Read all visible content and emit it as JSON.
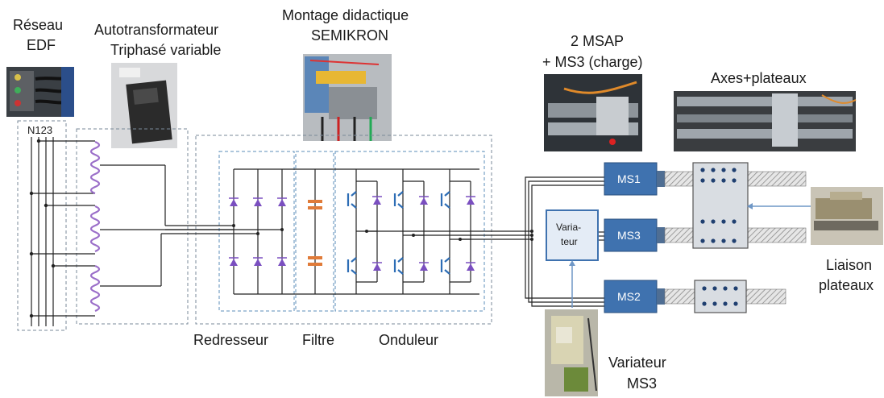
{
  "labels": {
    "reseau_line1": "Réseau",
    "reseau_line2": "EDF",
    "autotransfo_line1": "Autotransformateur",
    "autotransfo_line2": "Triphasé variable",
    "montage_line1": "Montage didactique",
    "montage_line2": "SEMIKRON",
    "msap_line1": "2 MSAP",
    "msap_line2": "+ MS3 (charge)",
    "axes": "Axes+plateaux",
    "phases": "N123",
    "redresseur": "Redresseur",
    "filtre": "Filtre",
    "onduleur": "Onduleur",
    "liaison_line1": "Liaison",
    "liaison_line2": "plateaux",
    "variateur_ms3_line1": "Variateur",
    "variateur_ms3_line2": "MS3"
  },
  "boxes": {
    "ms1": "MS1",
    "ms2": "MS2",
    "ms3": "MS3",
    "variateur_line1": "Varia-",
    "variateur_line2": "teur"
  },
  "colors": {
    "motor_box": "#3f72af",
    "coil": "#9b6fc9",
    "diode": "#7a4fc0",
    "igbt": "#2d6db5",
    "capacitor": "#e07b39",
    "plate": "#d9dde2",
    "plate_dot": "#1f3f70"
  }
}
